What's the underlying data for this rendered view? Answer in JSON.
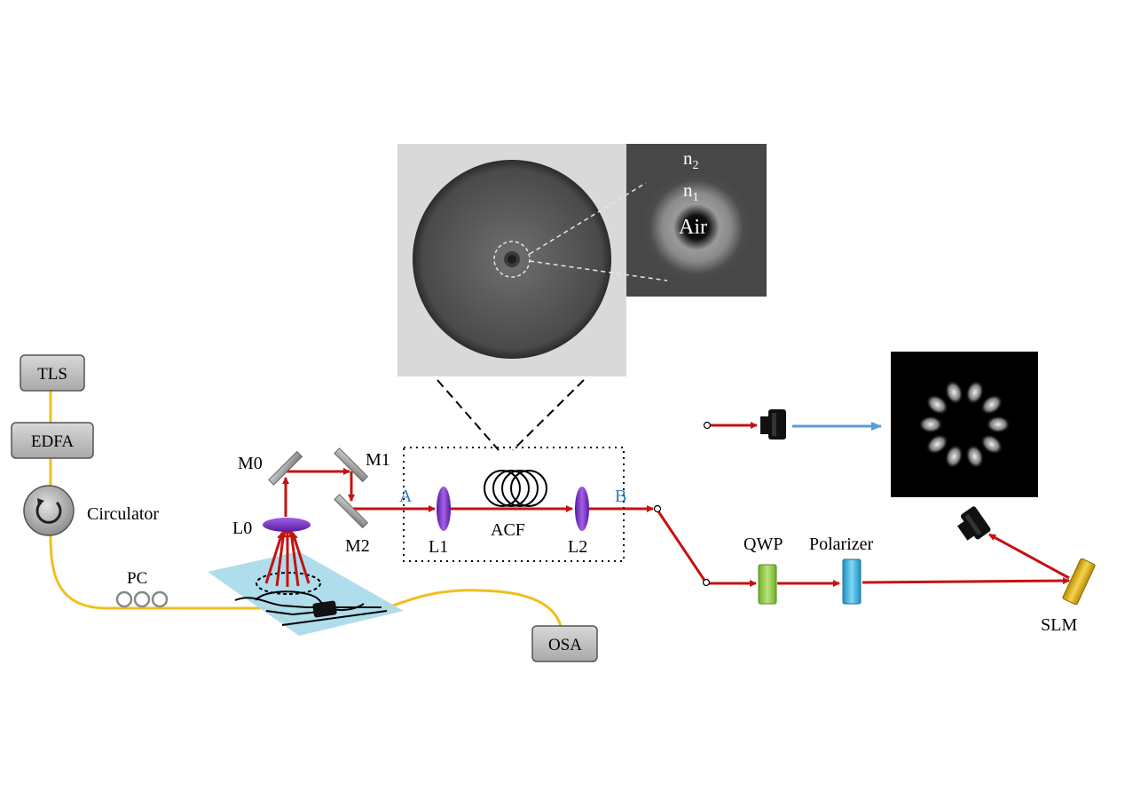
{
  "devices": {
    "tls": "TLS",
    "edfa": "EDFA",
    "circulator": "Circulator",
    "pc": "PC",
    "osa": "OSA"
  },
  "optics": {
    "m0": "M0",
    "m1": "M1",
    "m2": "M2",
    "l0": "L0",
    "l1": "L1",
    "l2": "L2",
    "acf": "ACF",
    "point_a": "A",
    "point_b": "B",
    "qwp": "QWP",
    "polarizer": "Polarizer",
    "slm": "SLM"
  },
  "inset": {
    "n2": "n",
    "n2_sub": "2",
    "n1": "n",
    "n1_sub": "1",
    "air": "Air"
  },
  "colors": {
    "beam": "#c41212",
    "fiber": "#f2be1f",
    "lens": "#7b2fc8",
    "chip": "#a6d9ea",
    "qwp": "#8fcf3a",
    "polarizer": "#3cb7e6",
    "slm": "#e0b416",
    "arrow_blue": "#5b9bd5",
    "label_blue": "#2b7fc3"
  }
}
